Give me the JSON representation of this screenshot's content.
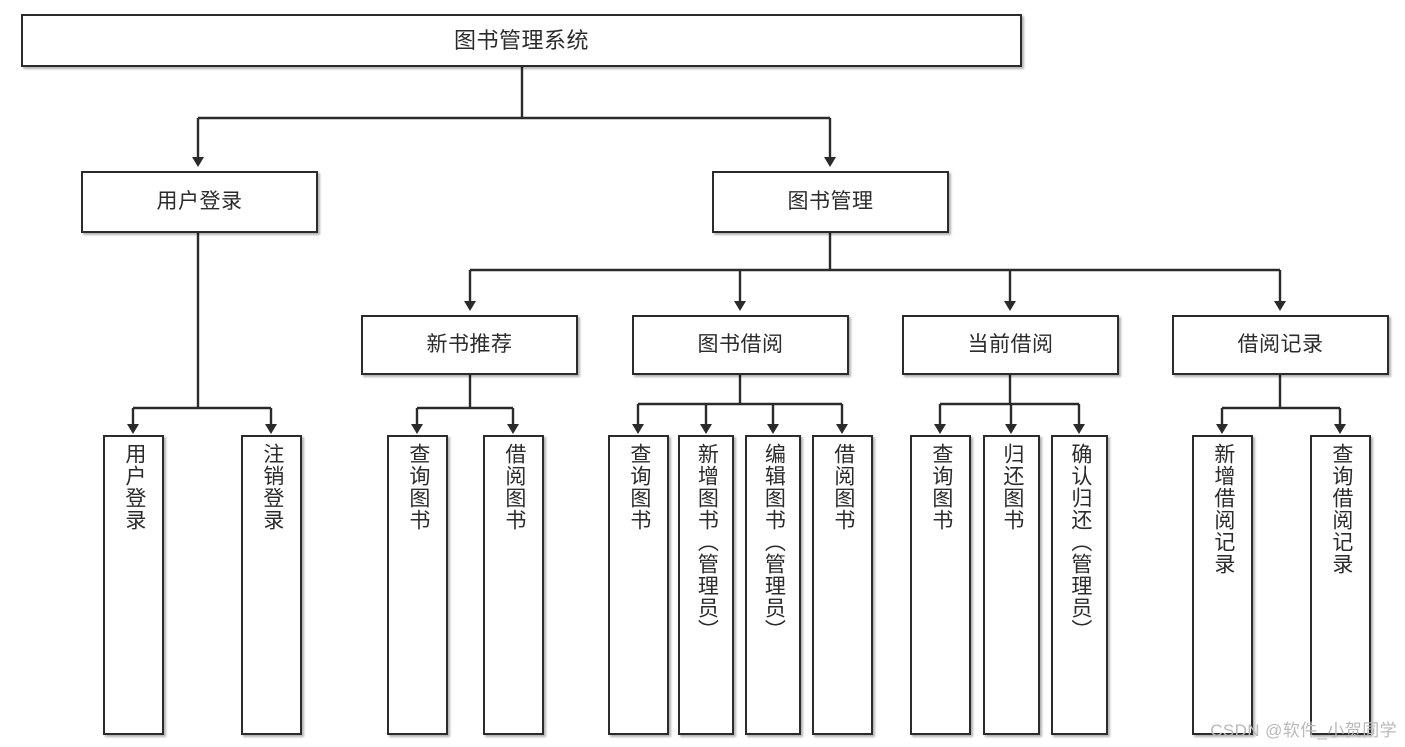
{
  "diagram": {
    "title": "图书管理系统",
    "type": "hierarchy-tree",
    "root": {
      "id": "root",
      "label": "图书管理系统"
    },
    "level2": [
      {
        "id": "user-login",
        "label": "用户登录"
      },
      {
        "id": "book-management",
        "label": "图书管理"
      }
    ],
    "level3": [
      {
        "id": "new-book-recommend",
        "label": "新书推荐",
        "parent": "book-management"
      },
      {
        "id": "book-borrow",
        "label": "图书借阅",
        "parent": "book-management"
      },
      {
        "id": "current-borrow",
        "label": "当前借阅",
        "parent": "book-management"
      },
      {
        "id": "borrow-record",
        "label": "借阅记录",
        "parent": "book-management"
      }
    ],
    "leaves": [
      {
        "id": "leaf-user-login",
        "label": "用户登录",
        "parent": "user-login"
      },
      {
        "id": "leaf-logout-login",
        "label": "注销登录",
        "parent": "user-login"
      },
      {
        "id": "leaf-query-book-1",
        "label": "查询图书",
        "parent": "new-book-recommend"
      },
      {
        "id": "leaf-borrow-book-1",
        "label": "借阅图书",
        "parent": "new-book-recommend"
      },
      {
        "id": "leaf-query-book-2",
        "label": "查询图书",
        "parent": "book-borrow"
      },
      {
        "id": "leaf-add-book",
        "label": "新增图书（管理员）",
        "parent": "book-borrow"
      },
      {
        "id": "leaf-edit-book",
        "label": "编辑图书（管理员）",
        "parent": "book-borrow"
      },
      {
        "id": "leaf-borrow-book-2",
        "label": "借阅图书",
        "parent": "book-borrow"
      },
      {
        "id": "leaf-query-book-3",
        "label": "查询图书",
        "parent": "current-borrow"
      },
      {
        "id": "leaf-return-book",
        "label": "归还图书",
        "parent": "current-borrow"
      },
      {
        "id": "leaf-confirm-return",
        "label": "确认归还（管理员）",
        "parent": "current-borrow"
      },
      {
        "id": "leaf-add-record",
        "label": "新增借阅记录",
        "parent": "borrow-record"
      },
      {
        "id": "leaf-query-record",
        "label": "查询借阅记录",
        "parent": "borrow-record"
      }
    ],
    "colors": {
      "stroke": "#2b2b2b",
      "fill": "#ffffff",
      "text": "#2b2b2b",
      "watermark": "#b9b9b9"
    }
  },
  "watermark": {
    "text": "CSDN @软件_小贺同学"
  }
}
